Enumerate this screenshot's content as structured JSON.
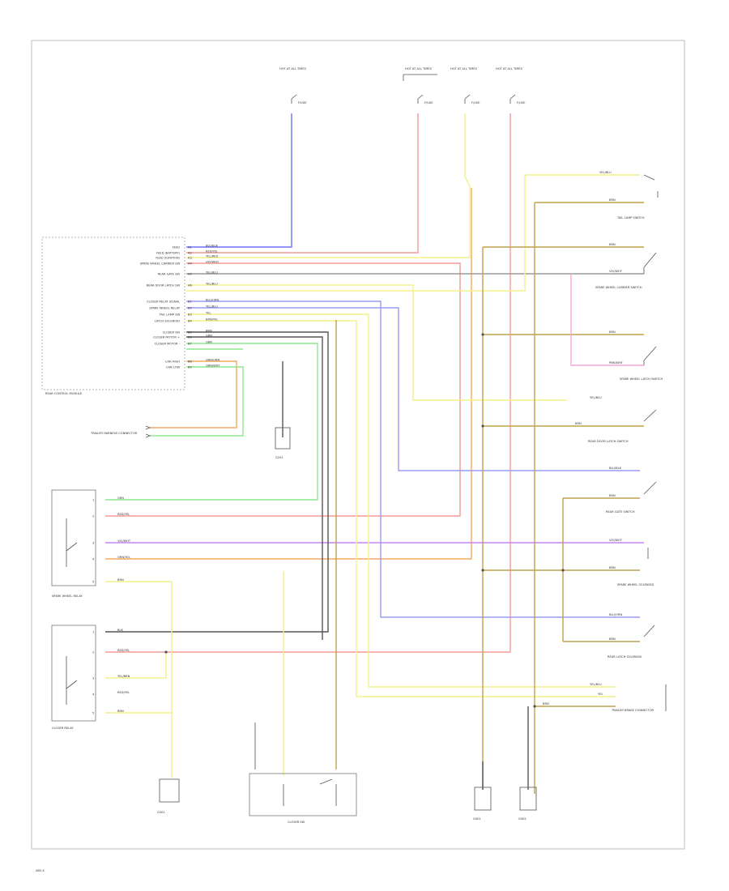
{
  "colors": {
    "blue": "#6f6ff5",
    "yellow": "#f3f08a",
    "red": "#f49a9a",
    "orange": "#f4a862",
    "green": "#8fe88f",
    "violet": "#c784f0",
    "pink": "#f4a8d6",
    "black": "#555555",
    "brown": "#bfa24a",
    "gray": "#9a9a9a",
    "lightblue": "#9a9af5"
  },
  "footer_code": "AB5-X",
  "labels": {
    "fuse_main": "HOT AT ALL TIMES",
    "fuse_a": "HOT AT ALL TIMES",
    "fuse_b": "HOT AT ALL TIMES",
    "fuse_c": "HOT AT ALL TIMES",
    "fuse_id": "F/USE",
    "module_name": "REAR CONTROL MODULE",
    "connector_left": "TRAILER HARNESS CONNECTOR",
    "ground_center": "G201",
    "relay1": "SPARE WHEEL RELAY",
    "relay2": "CLOSER RELAY",
    "ground_left": "G301",
    "closer": "CLOSER SW",
    "ground_r1": "G401",
    "ground_r2": "G402",
    "r_switch1": "TAIL LAMP SWITCH",
    "r_switch2": "SPARE WHEEL CARRIER SWITCH",
    "r_switch3": "SPARE WHEEL LATCH SWITCH",
    "r_switch4": "REAR DOOR LATCH SWITCH",
    "r_switch5": "REAR GATE SWITCH",
    "r_switch6": "SPARE WHEEL SOLENOID",
    "r_switch7": "REAR LATCH SOLENOID",
    "r_conn": "TRAILER BRAKE CONNECTOR"
  },
  "module_pins": [
    {
      "name": "FEED",
      "pin": "A1",
      "wire": "BLU/BLK"
    },
    {
      "name": "FEED (BATTERY)",
      "pin": "A2",
      "wire": "RED/YEL"
    },
    {
      "name": "FEED (IGNITION)",
      "pin": "A3",
      "wire": "YEL/RED"
    },
    {
      "name": "SPARE WHEEL CARRIER SW",
      "pin": "A4",
      "wire": "VIO/WHT"
    },
    {
      "name": "REAR GATE SW",
      "pin": "A5",
      "wire": "YEL/BLU"
    },
    {
      "name": "REAR DOOR LATCH SW",
      "pin": "A6",
      "wire": "YEL/BLU"
    },
    {
      "name": "CLOSER RELAY SIGNAL",
      "pin": "B1",
      "wire": "BLU/ORN"
    },
    {
      "name": "SPARE WHEEL RELAY",
      "pin": "B2",
      "wire": "YEL/BLU"
    },
    {
      "name": "TAIL LAMP SW",
      "pin": "B3",
      "wire": "YEL"
    },
    {
      "name": "LATCH SOLENOID",
      "pin": "B4",
      "wire": "BRN/YEL"
    },
    {
      "name": "CLOSER SW",
      "pin": "B5",
      "wire": "BRN"
    },
    {
      "name": "CLOSER MOTOR +",
      "pin": "B6",
      "wire": "GRN"
    },
    {
      "name": "CLOSER MOTOR -",
      "pin": "B7",
      "wire": "GRN"
    },
    {
      "name": "CAN HIGH",
      "pin": "B8",
      "wire": "GRN/ORN"
    },
    {
      "name": "CAN LOW",
      "pin": "B9",
      "wire": "GRN/WHT"
    }
  ],
  "relay1_pins": [
    {
      "pin": "1",
      "wire": "GRN"
    },
    {
      "pin": "2",
      "wire": "RED/YEL"
    },
    {
      "pin": "3",
      "wire": "VIO/WHT"
    },
    {
      "pin": "4",
      "wire": "ORN/YEL"
    },
    {
      "pin": "5",
      "wire": "BRN"
    }
  ],
  "relay2_pins": [
    {
      "pin": "1",
      "wire": "BLK"
    },
    {
      "pin": "2",
      "wire": "RED/YEL"
    },
    {
      "pin": "3",
      "wire": "YEL/BRN"
    },
    {
      "pin": "4",
      "wire": "RED/YEL"
    },
    {
      "pin": "5",
      "wire": "BRN"
    }
  ],
  "right_wires": [
    {
      "text": "YEL/BLU"
    },
    {
      "text": "BRN"
    },
    {
      "text": "BRN"
    },
    {
      "text": "VIO/WHT"
    },
    {
      "text": "BRN"
    },
    {
      "text": "PNK/WHT"
    },
    {
      "text": "YEL/BLU"
    },
    {
      "text": "BRN"
    },
    {
      "text": "BLU/BLK"
    },
    {
      "text": "BRN"
    },
    {
      "text": "VIO/WHT"
    },
    {
      "text": "BRN"
    },
    {
      "text": "BLU/ORN"
    },
    {
      "text": "BRN"
    },
    {
      "text": "YEL/BLU"
    },
    {
      "text": "YEL"
    },
    {
      "text": "BRN"
    }
  ]
}
